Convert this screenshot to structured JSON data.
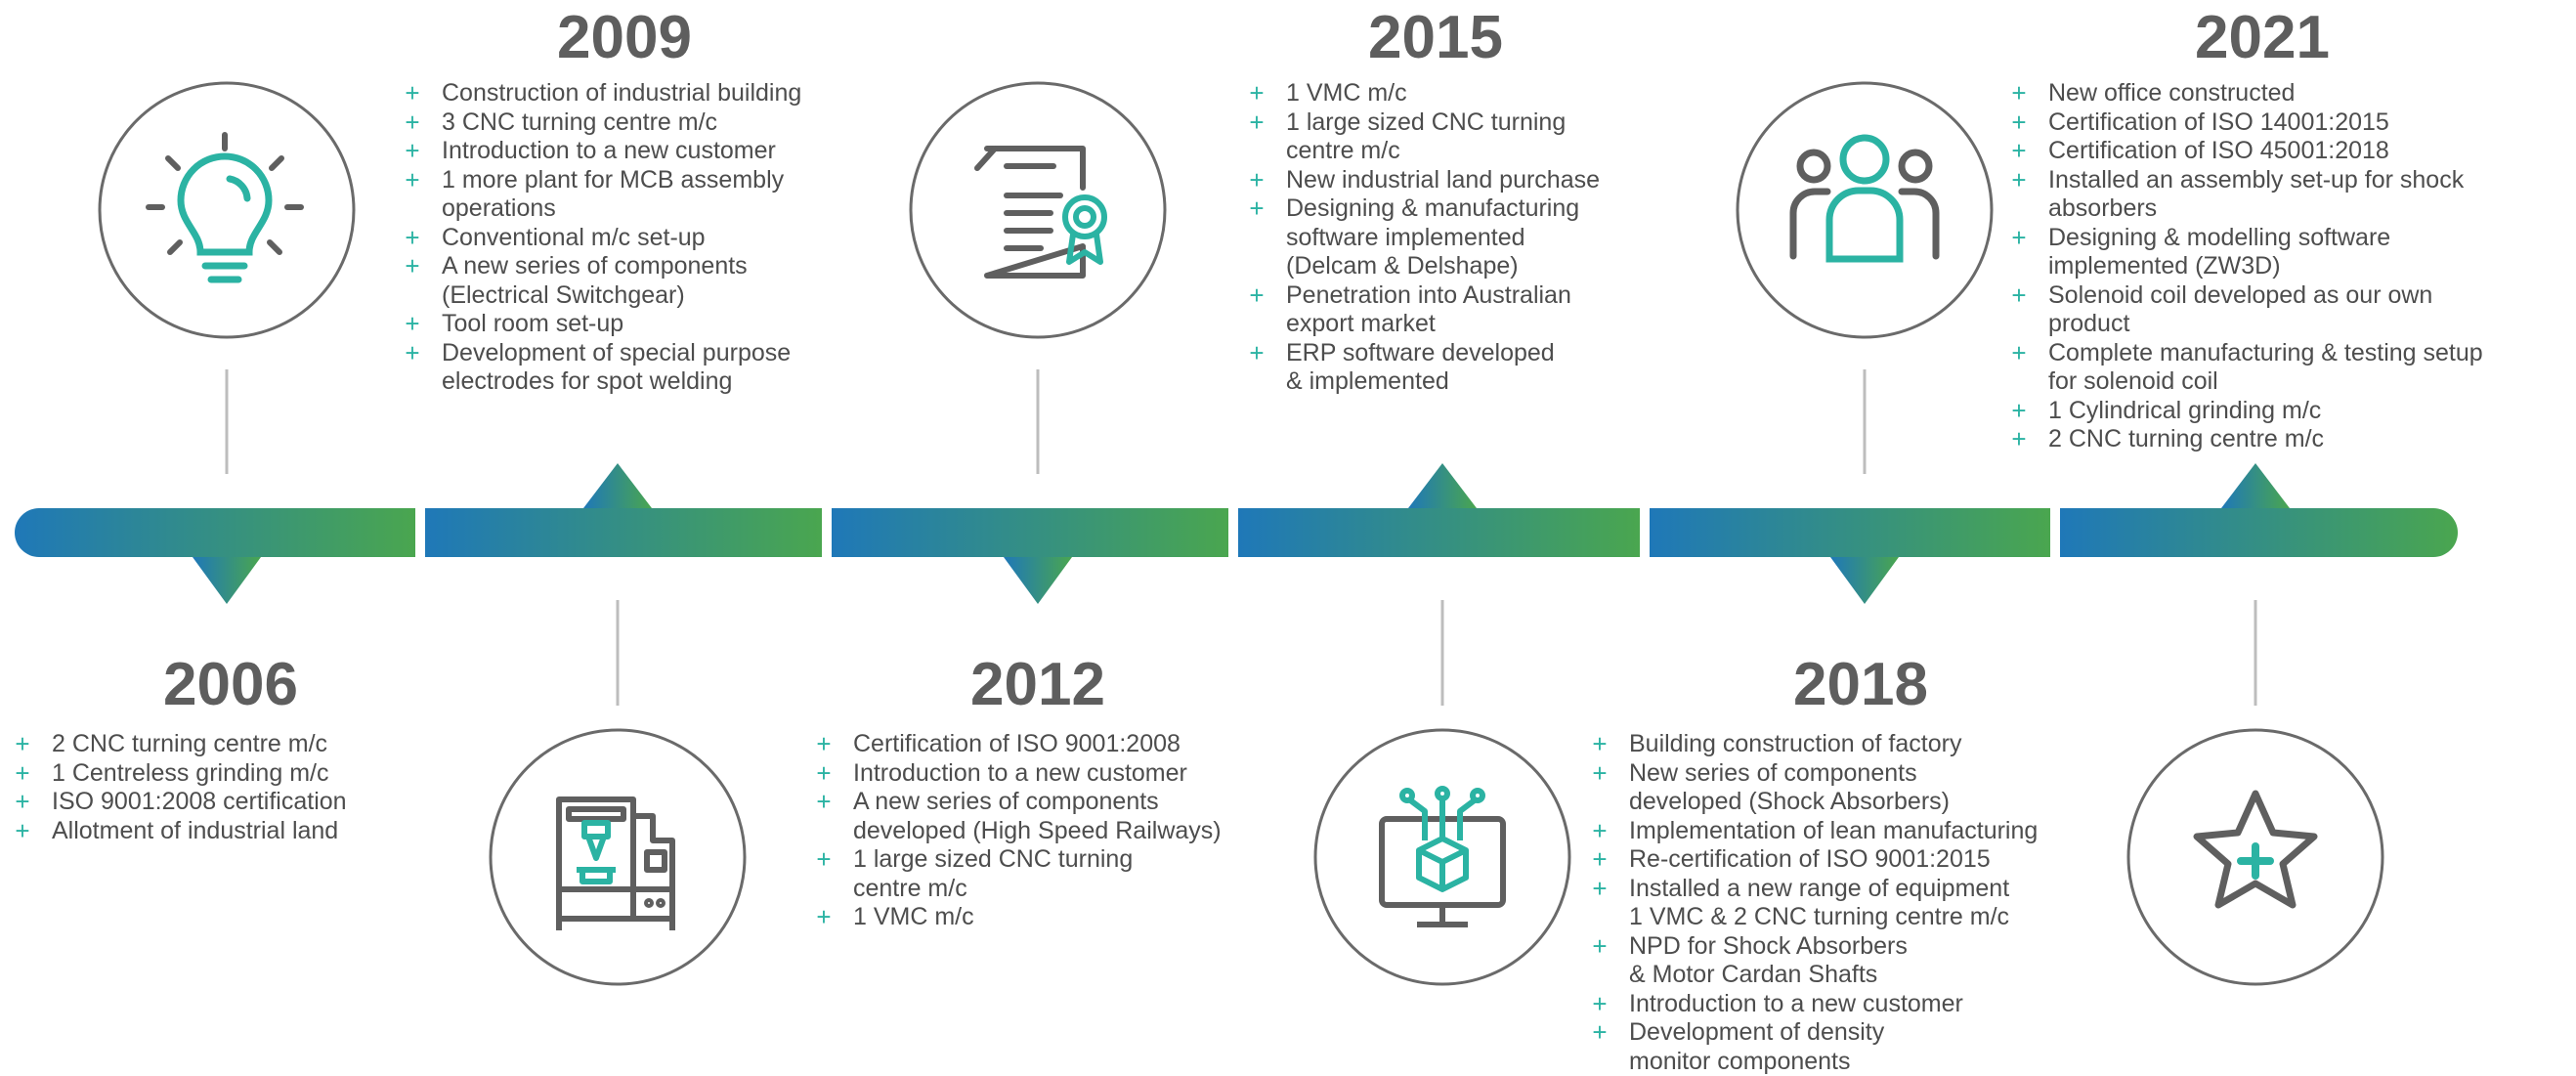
{
  "milestones": [
    {
      "year": "2006",
      "icon": "lightbulb-icon",
      "items": [
        [
          "2 CNC turning centre m/c"
        ],
        [
          "1 Centreless grinding m/c"
        ],
        [
          "ISO 9001:2008 certification"
        ],
        [
          "Allotment of industrial land"
        ]
      ]
    },
    {
      "year": "2009",
      "icon": "cnc-machine-icon",
      "items": [
        [
          "Construction of industrial building"
        ],
        [
          "3 CNC turning centre m/c"
        ],
        [
          "Introduction to a new customer"
        ],
        [
          "1 more plant for MCB assembly",
          "operations"
        ],
        [
          "Conventional m/c set-up"
        ],
        [
          "A new series of components",
          "(Electrical Switchgear)"
        ],
        [
          "Tool room set-up"
        ],
        [
          "Development of special purpose",
          "electrodes for spot welding"
        ]
      ]
    },
    {
      "year": "2012",
      "icon": "certificate-icon",
      "items": [
        [
          "Certification of ISO 9001:2008"
        ],
        [
          "Introduction to a new customer"
        ],
        [
          "A new series of components",
          "developed (High Speed Railways)"
        ],
        [
          "1 large sized CNC turning",
          "centre m/c"
        ],
        [
          "1 VMC m/c"
        ]
      ]
    },
    {
      "year": "2015",
      "icon": "computer-cube-icon",
      "items": [
        [
          "1 VMC m/c"
        ],
        [
          "1 large sized CNC turning",
          "centre m/c"
        ],
        [
          "New industrial land purchase"
        ],
        [
          "Designing & manufacturing",
          "software implemented",
          "(Delcam & Delshape)"
        ],
        [
          "Penetration into Australian",
          "export market"
        ],
        [
          "ERP software developed",
          "& implemented"
        ]
      ]
    },
    {
      "year": "2018",
      "icon": "people-group-icon",
      "items": [
        [
          "Building construction of factory"
        ],
        [
          "New series of components",
          "developed (Shock Absorbers)"
        ],
        [
          "Implementation of lean manufacturing"
        ],
        [
          "Re-certification of ISO 9001:2015"
        ],
        [
          "Installed a new range of equipment",
          "1 VMC & 2 CNC turning centre m/c"
        ],
        [
          "NPD for Shock Absorbers",
          "& Motor Cardan Shafts"
        ],
        [
          "Introduction to a new customer"
        ],
        [
          "Development of density",
          "monitor components"
        ]
      ]
    },
    {
      "year": "2021",
      "icon": "star-plus-icon",
      "items": [
        [
          "New office constructed"
        ],
        [
          "Certification of ISO 14001:2015"
        ],
        [
          "Certification of ISO 45001:2018"
        ],
        [
          "Installed an assembly set-up for shock",
          "absorbers"
        ],
        [
          "Designing & modelling software",
          "implemented (ZW3D)"
        ],
        [
          "Solenoid coil developed as our own",
          "product"
        ],
        [
          "Complete manufacturing & testing setup",
          "for solenoid coil"
        ],
        [
          "1 Cylindrical grinding m/c"
        ],
        [
          "2 CNC turning centre m/c"
        ]
      ]
    }
  ],
  "colors": {
    "gradient_start": "#1f78b8",
    "gradient_end": "#4aa64f",
    "accent": "#2bb3a3",
    "icon_gray": "#5f5f5f",
    "circle_gray": "#6a6a6a"
  }
}
